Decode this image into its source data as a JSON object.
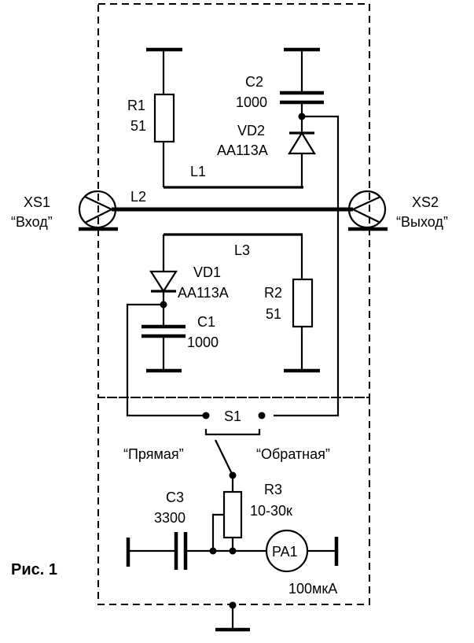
{
  "labels": {
    "xs1_name": "XS1",
    "xs1_desc": "“Вход”",
    "xs2_name": "XS2",
    "xs2_desc": "“Выход”",
    "l1": "L1",
    "l2": "L2",
    "l3": "L3",
    "r1_name": "R1",
    "r1_value": "51",
    "c2_name": "C2",
    "c2_value": "1000",
    "vd2_name": "VD2",
    "vd2_type": "АА113А",
    "vd1_name": "VD1",
    "vd1_type": "АА113А",
    "c1_name": "C1",
    "c1_value": "1000",
    "r2_name": "R2",
    "r2_value": "51",
    "s1_name": "S1",
    "s1_pos_direct": "“Прямая”",
    "s1_pos_reverse": "“Обратная”",
    "c3_name": "C3",
    "c3_value": "3300",
    "r3_name": "R3",
    "r3_value": "10-30к",
    "pa1_name": "PA1",
    "pa1_value": "100мкА"
  },
  "caption": "Рис. 1"
}
